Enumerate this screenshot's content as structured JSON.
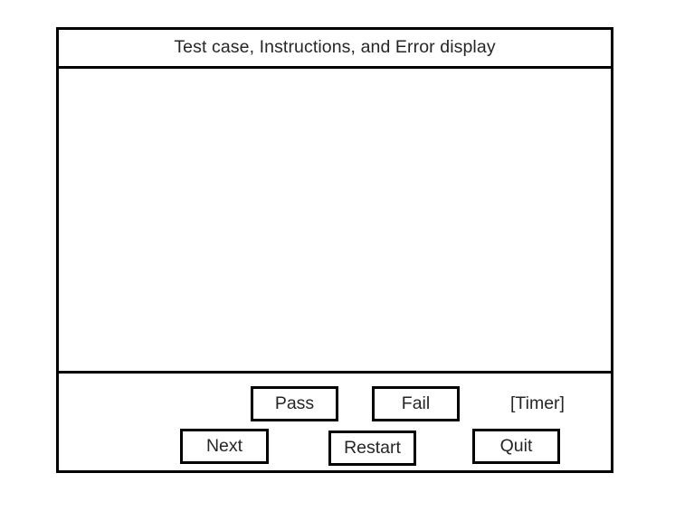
{
  "frame": {
    "header": {
      "title": "Test case, Instructions, and Error display"
    },
    "display": {
      "content": ""
    },
    "controls": {
      "pass_label": "Pass",
      "fail_label": "Fail",
      "next_label": "Next",
      "restart_label": "Restart",
      "quit_label": "Quit",
      "timer_label": "[Timer]"
    }
  },
  "colors": {
    "border": "#000000",
    "text": "#262626",
    "background": "#ffffff"
  }
}
